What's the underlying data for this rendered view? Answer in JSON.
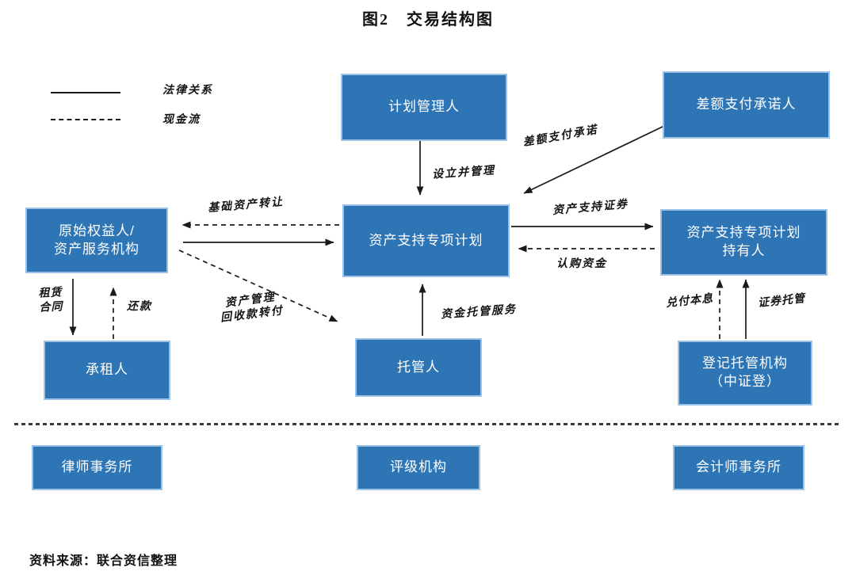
{
  "title": "图2　交易结构图",
  "source": "资料来源：联合资信整理",
  "legend": {
    "solid_label": "法律关系",
    "dashed_label": "现金流"
  },
  "colors": {
    "box_bg": "#2E75B6",
    "box_border": "#9CC2E5",
    "box_text": "#FFFFFF",
    "wire": "#1A1A1A"
  },
  "nodes": {
    "plan_manager": "计划管理人",
    "difference_payment_promisor": "差额支付承诺人",
    "originator_line1": "原始权益人/",
    "originator_line2": "资产服务机构",
    "spv": "资产支持专项计划",
    "holders_line1": "资产支持专项计划",
    "holders_line2": "持有人",
    "lessee": "承租人",
    "custodian": "托管人",
    "registrar_line1": "登记托管机构",
    "registrar_line2": "（中证登）",
    "law_firm": "律师事务所",
    "rating_agency": "评级机构",
    "accounting_firm": "会计师事务所"
  },
  "edges": {
    "establish_and_manage": "设立并管理",
    "difference_payment_promise": "差额支付承诺",
    "underlying_asset_transfer": "基础资产转让",
    "asset_backed_securities": "资产支持证券",
    "subscription_funds": "认购资金",
    "lease_contract_line1": "租赁",
    "lease_contract_line2": "合同",
    "repayment": "还款",
    "recovery_transfer_line1": "资产管理",
    "recovery_transfer_line2": "回收款转付",
    "fund_custody_service": "资金托管服务",
    "pay_principal_interest": "兑付本息",
    "securities_custody": "证券托管"
  }
}
